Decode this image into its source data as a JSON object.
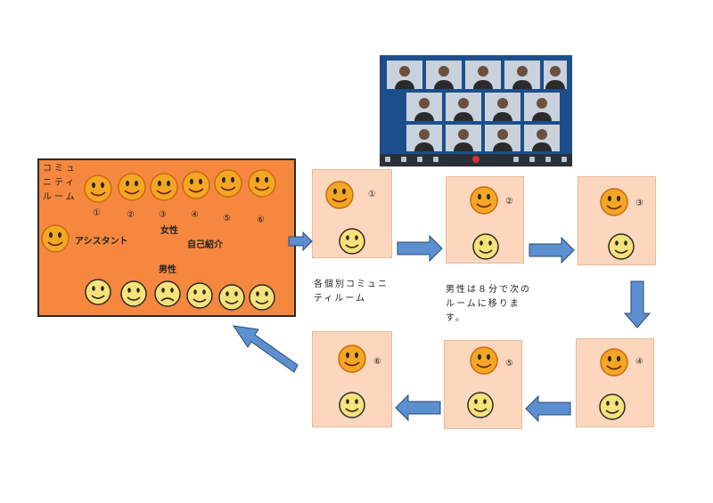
{
  "main_room": {
    "label_lines": [
      "コミュ",
      "ニティ",
      "ルーム"
    ],
    "women_numbers": [
      "①",
      "②",
      "③",
      "④",
      "⑤",
      "⑥"
    ],
    "assistant_label": "アシスタント",
    "women_label": "女性",
    "self_intro_label": "自己紹介",
    "men_label": "男性"
  },
  "rooms": [
    {
      "number": "①"
    },
    {
      "number": "②"
    },
    {
      "number": "③"
    },
    {
      "number": "④"
    },
    {
      "number": "⑤"
    },
    {
      "number": "⑥"
    }
  ],
  "notes": {
    "breakout_caption": [
      "各個別コミュニ",
      "ティルーム"
    ],
    "rotation_caption": [
      "男性は８分で次の",
      "ルームに移りま",
      "す。"
    ]
  },
  "colors": {
    "main_room": "#f5883e",
    "room": "#fcd7bd",
    "arrow": "#5b8fd0",
    "face_orange": "#f5a623",
    "face_yellow": "#f7e27a"
  }
}
